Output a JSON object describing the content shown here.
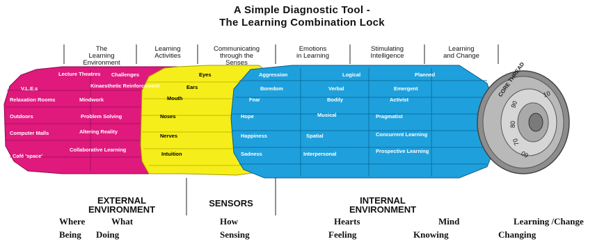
{
  "title_line1": "A Simple Diagnostic Tool -",
  "title_line2": "The Learning Combination Lock",
  "column_headings": [
    "The\nLearning\nEnvironment",
    "Learning\nActivities",
    "Communicating\nthrough the\nSenses",
    "Emotions\nin Learning",
    "Stimulating\nIntelligence",
    "Learning\nand Change"
  ],
  "wheels": {
    "environment": [
      "Lecture Theatres",
      "Challenges",
      "V.L.E.s",
      "Kinaesthetic Reinforcement",
      "Relaxation Rooms",
      "Mindwork",
      "Outdoors",
      "Problem Solving",
      "Computer Malls",
      "Altering Reality",
      "Café 'space'",
      "Collaborative Learning"
    ],
    "senses": [
      "Eyes",
      "Ears",
      "Mouth",
      "Noses",
      "Nerves",
      "Intuition"
    ],
    "emotions": [
      "Aggression",
      "Boredom",
      "Fear",
      "Hope",
      "Happiness",
      "Sadness"
    ],
    "intelligence": [
      "Logical",
      "Verbal",
      "Bodily",
      "Musical",
      "Spatial",
      "Interpersonal"
    ],
    "change": [
      "Planned",
      "Emergent",
      "Activist",
      "Pragmatist",
      "Concurrent Learning",
      "Prospective Learning"
    ]
  },
  "dial": {
    "ring_label": "CORE THREAD",
    "numbers": [
      "90",
      "80",
      "70",
      "60",
      "10"
    ]
  },
  "bottom_labels": {
    "external": "EXTERNAL\nENVIRONMENT",
    "sensors": "SENSORS",
    "internal": "INTERNAL\nENVIRONMENT"
  },
  "footer_row1": [
    "Where",
    "What",
    "How",
    "Hearts",
    "Mind",
    "Learning /Change"
  ],
  "footer_row2": [
    "Being",
    "Doing",
    "Sensing",
    "Feeling",
    "Knowing",
    "Changing"
  ],
  "colors": {
    "magenta": "#e0197d",
    "yellow": "#f6ee1a",
    "blue": "#1ea0dc",
    "grey": "#9a9a9a"
  }
}
